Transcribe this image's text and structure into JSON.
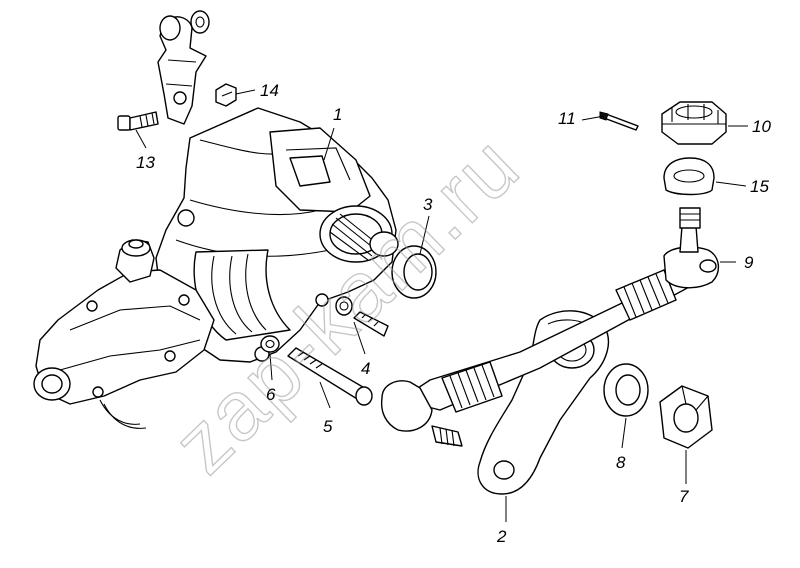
{
  "watermark": "zap-kam.ru",
  "part_labels": {
    "p1": "1",
    "p2": "2",
    "p3": "3",
    "p4": "4",
    "p5": "5",
    "p6": "6",
    "p7": "7",
    "p8": "8",
    "p9": "9",
    "p10": "10",
    "p11": "11",
    "p13": "13",
    "p14": "14",
    "p15": "15"
  }
}
